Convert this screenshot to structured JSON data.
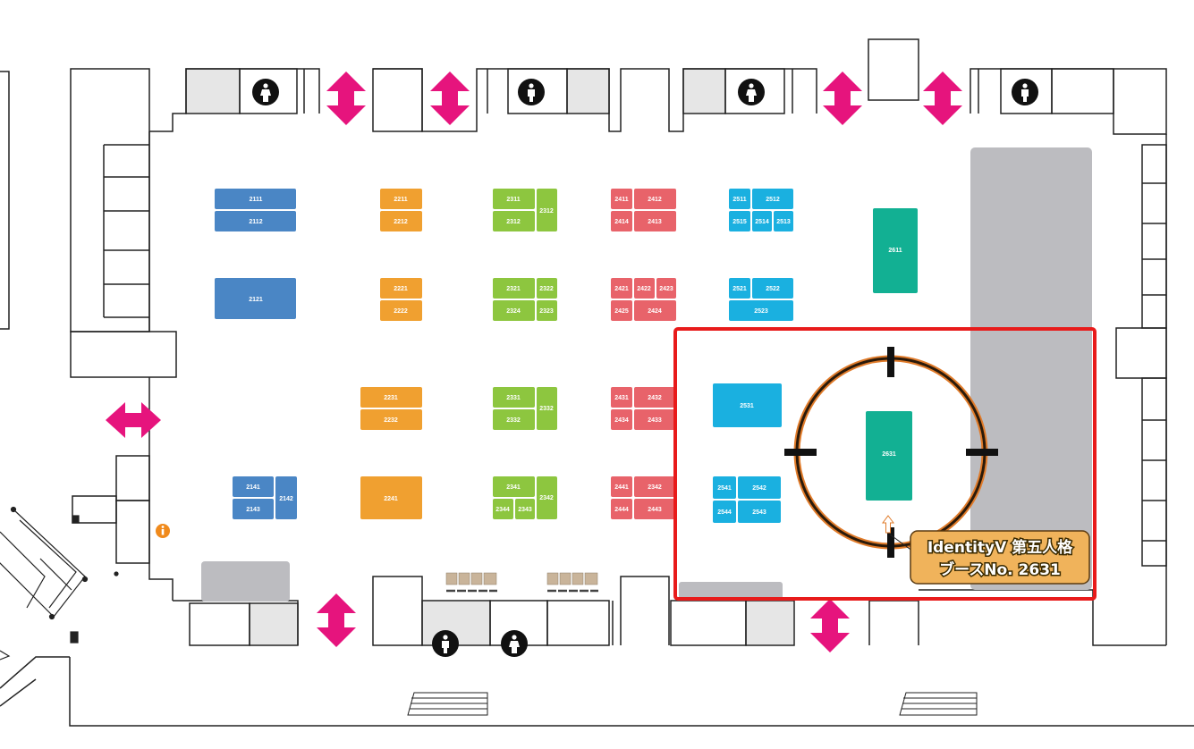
{
  "colors": {
    "blue": "#4a86c5",
    "orange": "#f0a030",
    "green": "#8dc63f",
    "red": "#e8636a",
    "cyan": "#1ab0e0",
    "teal": "#12b093",
    "gray": "#bcbcc0",
    "arrow": "#e6147d",
    "highlight": "#e81b1b",
    "target": "#7a3a10",
    "callout": "#f0b35b"
  },
  "booths": {
    "b2111": "2111",
    "b2112": "2112",
    "b2121": "2121",
    "b2141": "2141",
    "b2142": "2142",
    "b2143": "2143",
    "b2211": "2211",
    "b2212": "2212",
    "b2221": "2221",
    "b2222": "2222",
    "b2231": "2231",
    "b2232": "2232",
    "b2241": "2241",
    "b2311": "2311",
    "b2312": "2312",
    "b2312b": "2312",
    "b2321": "2321",
    "b2322": "2322",
    "b2324": "2324",
    "b2323": "2323",
    "b2331": "2331",
    "b2332": "2332",
    "b2332b": "2332",
    "b2341": "2341",
    "b2342": "2342",
    "b2344": "2344",
    "b2343": "2343",
    "b2411": "2411",
    "b2412": "2412",
    "b2414": "2414",
    "b2413": "2413",
    "b2421": "2421",
    "b2422": "2422",
    "b2423": "2423",
    "b2425": "2425",
    "b2424": "2424",
    "b2431": "2431",
    "b2432": "2432",
    "b2434": "2434",
    "b2433": "2433",
    "b2441": "2441",
    "b2442": "2342",
    "b2444": "2444",
    "b2443": "2443",
    "b2511": "2511",
    "b2512": "2512",
    "b2515": "2515",
    "b2514": "2514",
    "b2513": "2513",
    "b2521": "2521",
    "b2522": "2522",
    "b2523": "2523",
    "b2531": "2531",
    "b2541": "2541",
    "b2542": "2542",
    "b2544": "2544",
    "b2543": "2543",
    "b2611": "2611",
    "b2631": "2631"
  },
  "callout": {
    "line1": "IdentityV 第五人格",
    "line2": "ブースNo. 2631"
  },
  "icons": {
    "restroom": "restroom-icon",
    "info": "info-icon",
    "arrow": "double-arrow-icon"
  }
}
